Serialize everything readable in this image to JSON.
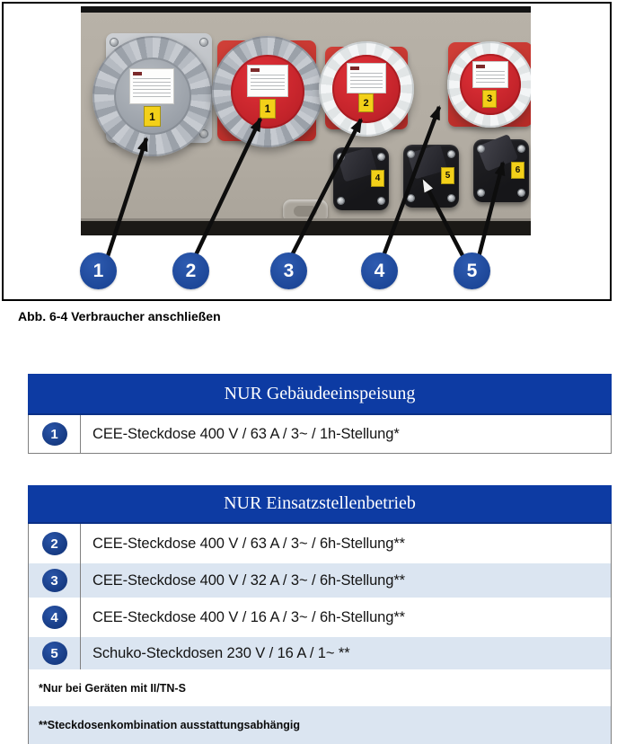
{
  "figure": {
    "caption": "Abb. 6-4 Verbraucher anschließen",
    "callouts": [
      "1",
      "2",
      "3",
      "4",
      "5"
    ],
    "cee_tags": [
      "1",
      "1",
      "2",
      "3"
    ],
    "schuko_tags": [
      "4",
      "5",
      "6"
    ]
  },
  "tables": [
    {
      "title": "NUR Gebäudeeinspeisung",
      "rows": [
        {
          "num": "1",
          "label": "CEE-Steckdose 400 V / 63 A / 3~ / 1h-Stellung*"
        }
      ],
      "footnotes": []
    },
    {
      "title": "NUR Einsatzstellenbetrieb",
      "rows": [
        {
          "num": "2",
          "label": "CEE-Steckdose 400 V / 63 A / 3~ / 6h-Stellung**"
        },
        {
          "num": "3",
          "label": "CEE-Steckdose 400 V / 32 A / 3~ / 6h-Stellung**"
        },
        {
          "num": "4",
          "label": "CEE-Steckdose 400 V / 16 A / 3~ / 6h-Stellung**"
        },
        {
          "num": "5",
          "label": "Schuko-Steckdosen 230 V / 16 A / 1~ **"
        }
      ],
      "footnotes": [
        "*Nur bei Geräten mit II/TN-S",
        "**Steckdosenkombination ausstattungsabhängig"
      ]
    }
  ],
  "colors": {
    "header_blue": "#0d3ba3",
    "row_alt_blue": "#dbe5f1",
    "badge_navy": "#16377f",
    "callout_blue": "#1d4a9c",
    "border_gray": "#808080",
    "tag_yellow": "#f3d019",
    "socket_red": "#c8352f"
  }
}
